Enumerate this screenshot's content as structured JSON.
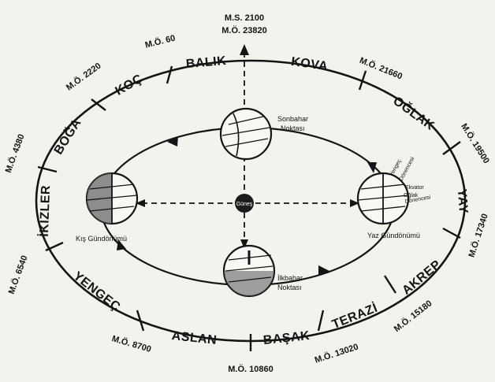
{
  "top_labels": {
    "line1": "M.S. 2100",
    "line2": "M.Ö. 23820"
  },
  "zodiac": {
    "balik": "BALIK",
    "kova": "KOVA",
    "oglak": "OĞLAK",
    "yay": "YAY",
    "akrep": "AKREP",
    "terazi": "TERAZİ",
    "basak": "BAŞAK",
    "aslan": "ASLAN",
    "yengec": "YENGEÇ",
    "ikizler": "İKİZLER",
    "boga": "BOĞA",
    "koc": "KOÇ"
  },
  "dates": {
    "d60": "M.Ö. 60",
    "d2220": "M.Ö. 2220",
    "d4380": "M.Ö. 4380",
    "d6540": "M.Ö. 6540",
    "d8700": "M.Ö. 8700",
    "d10860": "M.Ö. 10860",
    "d13020": "M.Ö. 13020",
    "d15180": "M.Ö. 15180",
    "d17340": "M.Ö. 17340",
    "d19500": "M.Ö. 19500",
    "d21660": "M.Ö. 21660"
  },
  "points": {
    "sonbahar_1": "Sonbahar",
    "sonbahar_2": "Noktası",
    "ilkbahar_1": "İlkbahar",
    "ilkbahar_2": "Noktası",
    "kis": "Kış Gündönümü",
    "yaz": "Yaz Gündönümü",
    "gunes": "Güneş"
  },
  "earth_annotations": {
    "yengec_1": "Yengeç",
    "yengec_2": "Dönencesi",
    "ekvator": "Ekvator",
    "oglak_1": "Oğlak",
    "oglak_2": "Dönencesi"
  }
}
